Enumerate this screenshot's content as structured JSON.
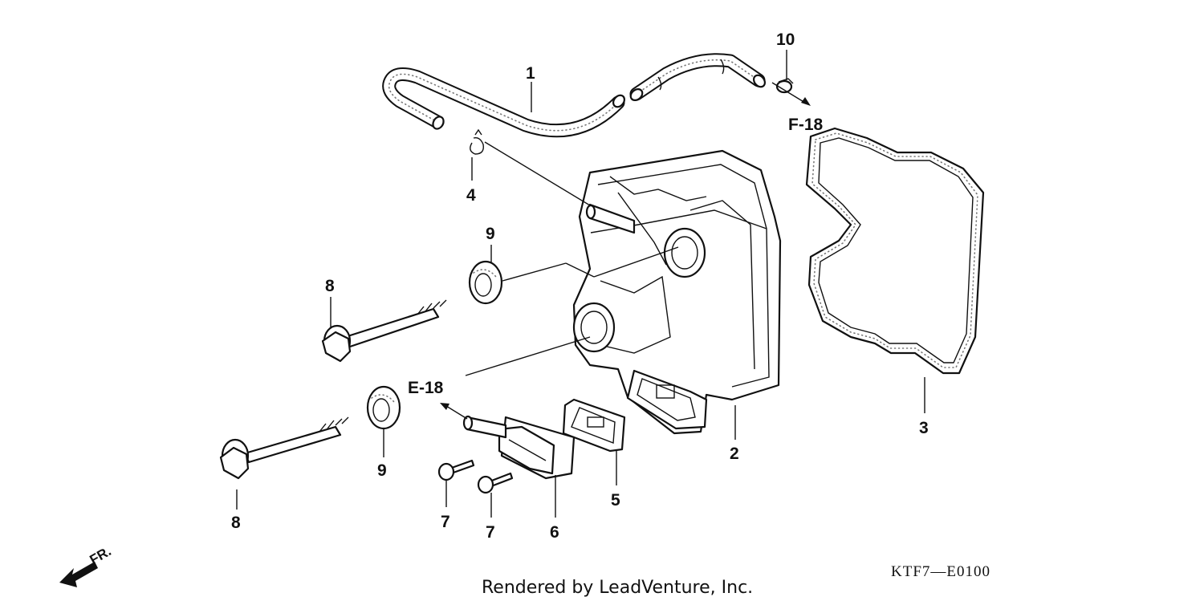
{
  "diagram": {
    "part_numbers": [
      {
        "id": "p1",
        "label": "1"
      },
      {
        "id": "p2",
        "label": "2"
      },
      {
        "id": "p3",
        "label": "3"
      },
      {
        "id": "p4",
        "label": "4"
      },
      {
        "id": "p5",
        "label": "5"
      },
      {
        "id": "p6",
        "label": "6"
      },
      {
        "id": "p7a",
        "label": "7"
      },
      {
        "id": "p7b",
        "label": "7"
      },
      {
        "id": "p8a",
        "label": "8"
      },
      {
        "id": "p8b",
        "label": "8"
      },
      {
        "id": "p9a",
        "label": "9"
      },
      {
        "id": "p9b",
        "label": "9"
      },
      {
        "id": "p10",
        "label": "10"
      }
    ],
    "references": {
      "f18": "F-18",
      "e18": "E-18"
    },
    "front_marker": "FR.",
    "diagram_code": "KTF7—E0100",
    "credit": "Rendered by LeadVenture, Inc."
  }
}
